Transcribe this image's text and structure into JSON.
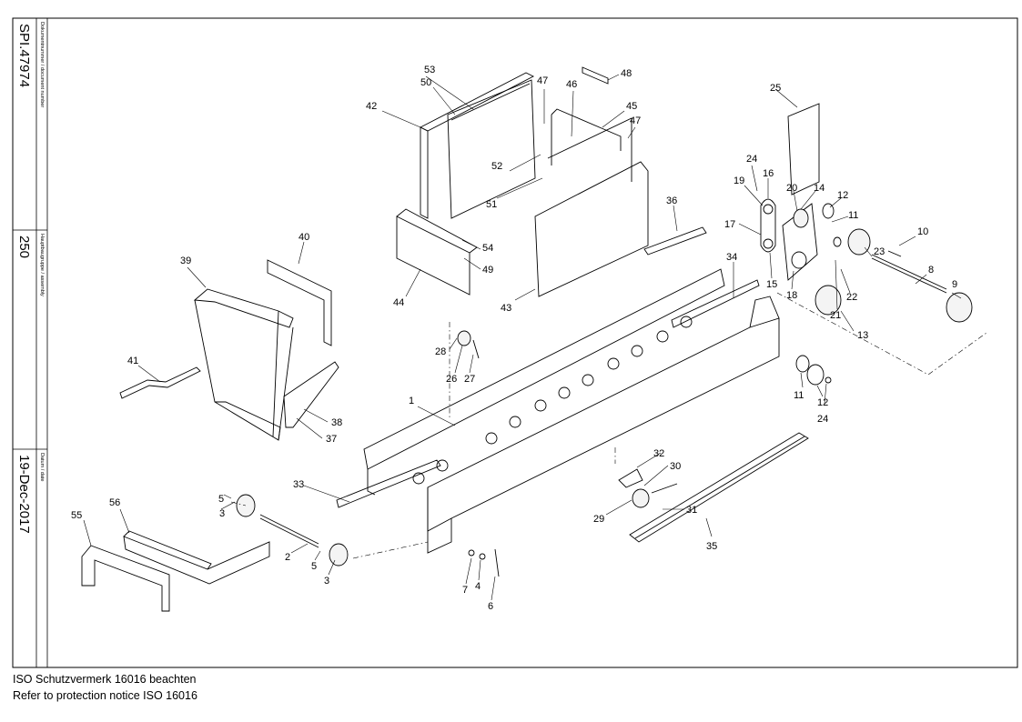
{
  "title_block": {
    "doc_label": "Dokumentnummer / document number",
    "doc_value": "SPI.47974",
    "assembly_label": "Hauptbaugruppe / assembly",
    "assembly_value": "250",
    "date_label": "Datum / date",
    "date_value": "19-Dec-2017"
  },
  "notice": {
    "line1": "ISO Schutzvermerk 16016 beachten",
    "line2": "Refer to protection notice ISO 16016"
  },
  "callouts": [
    {
      "id": "c1",
      "label": "1"
    },
    {
      "id": "c2",
      "label": "2"
    },
    {
      "id": "c3a",
      "label": "3"
    },
    {
      "id": "c3b",
      "label": "3"
    },
    {
      "id": "c4",
      "label": "4"
    },
    {
      "id": "c5a",
      "label": "5"
    },
    {
      "id": "c5b",
      "label": "5"
    },
    {
      "id": "c6",
      "label": "6"
    },
    {
      "id": "c7",
      "label": "7"
    },
    {
      "id": "c8",
      "label": "8"
    },
    {
      "id": "c9",
      "label": "9"
    },
    {
      "id": "c10",
      "label": "10"
    },
    {
      "id": "c11a",
      "label": "11"
    },
    {
      "id": "c11b",
      "label": "11"
    },
    {
      "id": "c12a",
      "label": "12"
    },
    {
      "id": "c12b",
      "label": "12"
    },
    {
      "id": "c13",
      "label": "13"
    },
    {
      "id": "c14",
      "label": "14"
    },
    {
      "id": "c15",
      "label": "15"
    },
    {
      "id": "c16",
      "label": "16"
    },
    {
      "id": "c17",
      "label": "17"
    },
    {
      "id": "c18",
      "label": "18"
    },
    {
      "id": "c19",
      "label": "19"
    },
    {
      "id": "c20",
      "label": "20"
    },
    {
      "id": "c21",
      "label": "21"
    },
    {
      "id": "c22",
      "label": "22"
    },
    {
      "id": "c23",
      "label": "23"
    },
    {
      "id": "c24a",
      "label": "24"
    },
    {
      "id": "c24b",
      "label": "24"
    },
    {
      "id": "c25",
      "label": "25"
    },
    {
      "id": "c26",
      "label": "26"
    },
    {
      "id": "c27",
      "label": "27"
    },
    {
      "id": "c28",
      "label": "28"
    },
    {
      "id": "c29",
      "label": "29"
    },
    {
      "id": "c30",
      "label": "30"
    },
    {
      "id": "c31",
      "label": "31"
    },
    {
      "id": "c32",
      "label": "32"
    },
    {
      "id": "c33",
      "label": "33"
    },
    {
      "id": "c34",
      "label": "34"
    },
    {
      "id": "c35",
      "label": "35"
    },
    {
      "id": "c36",
      "label": "36"
    },
    {
      "id": "c37",
      "label": "37"
    },
    {
      "id": "c38",
      "label": "38"
    },
    {
      "id": "c39",
      "label": "39"
    },
    {
      "id": "c40",
      "label": "40"
    },
    {
      "id": "c41",
      "label": "41"
    },
    {
      "id": "c42",
      "label": "42"
    },
    {
      "id": "c43",
      "label": "43"
    },
    {
      "id": "c44",
      "label": "44"
    },
    {
      "id": "c45",
      "label": "45"
    },
    {
      "id": "c46",
      "label": "46"
    },
    {
      "id": "c47a",
      "label": "47"
    },
    {
      "id": "c47b",
      "label": "47"
    },
    {
      "id": "c48",
      "label": "48"
    },
    {
      "id": "c49",
      "label": "49"
    },
    {
      "id": "c50",
      "label": "50"
    },
    {
      "id": "c51",
      "label": "51"
    },
    {
      "id": "c52",
      "label": "52"
    },
    {
      "id": "c53",
      "label": "53"
    },
    {
      "id": "c54",
      "label": "54"
    },
    {
      "id": "c55",
      "label": "55"
    },
    {
      "id": "c56",
      "label": "56"
    }
  ]
}
